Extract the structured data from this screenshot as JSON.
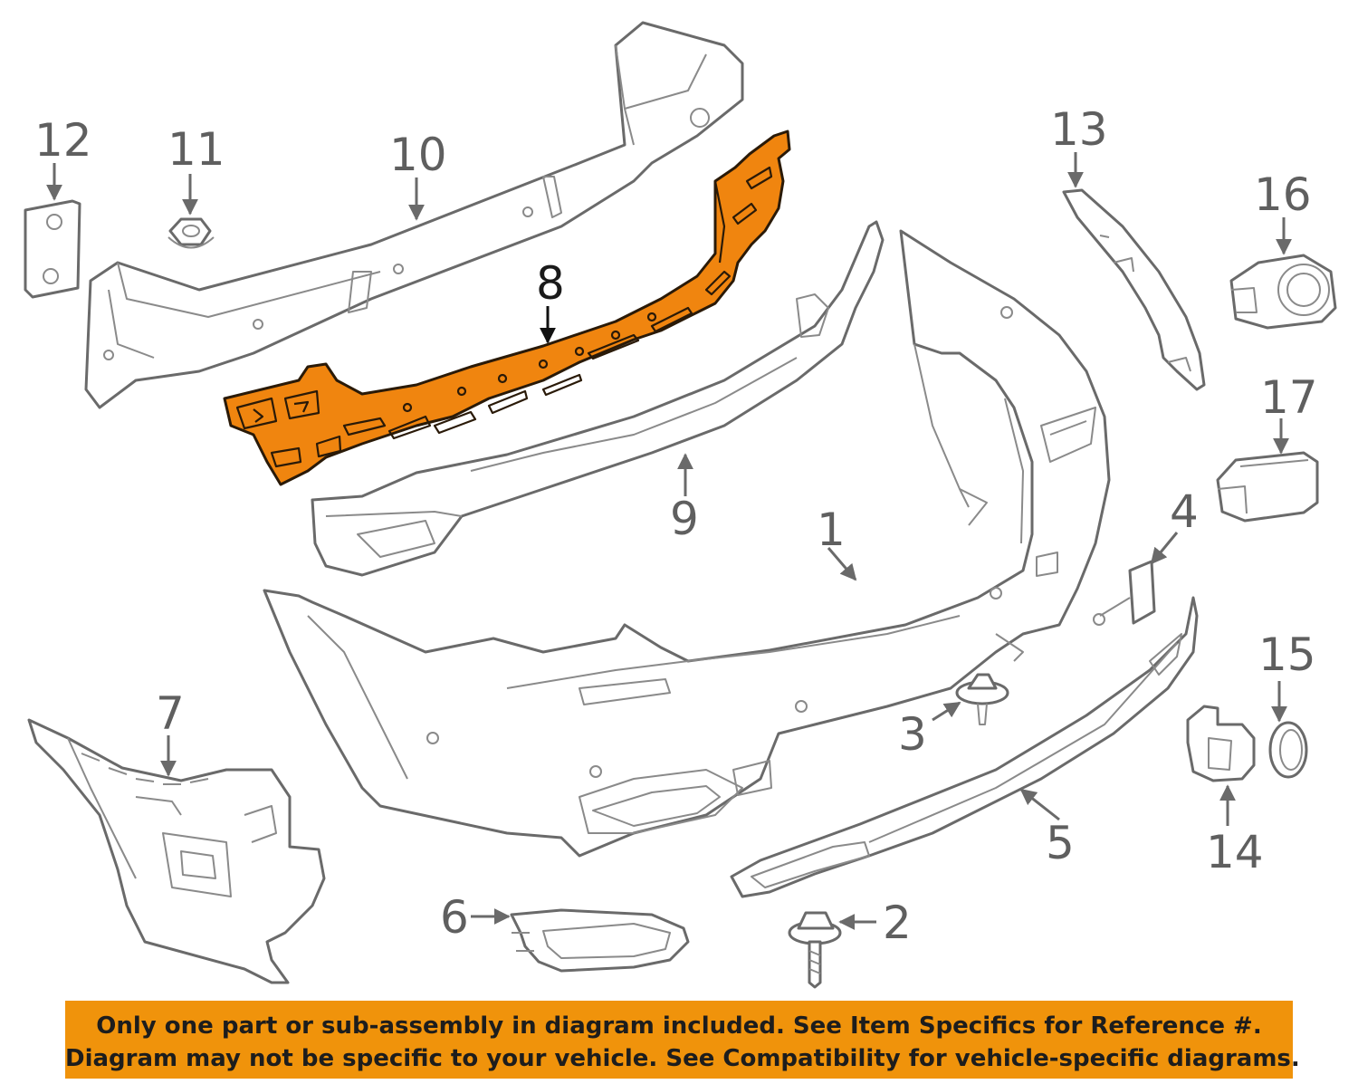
{
  "callouts": {
    "c1": "1",
    "c2": "2",
    "c3": "3",
    "c4": "4",
    "c5": "5",
    "c6": "6",
    "c7": "7",
    "c8": "8",
    "c9": "9",
    "c10": "10",
    "c11": "11",
    "c12": "12",
    "c13": "13",
    "c14": "14",
    "c15": "15",
    "c16": "16",
    "c17": "17"
  },
  "highlight_color": "#f0850f",
  "banner_color": "#f0930b",
  "notice": {
    "line1": "Only one part or sub-assembly in diagram included. See Item Specifics for Reference #.",
    "line2": "Diagram may not be specific to your vehicle. See Compatibility for vehicle-specific diagrams."
  }
}
